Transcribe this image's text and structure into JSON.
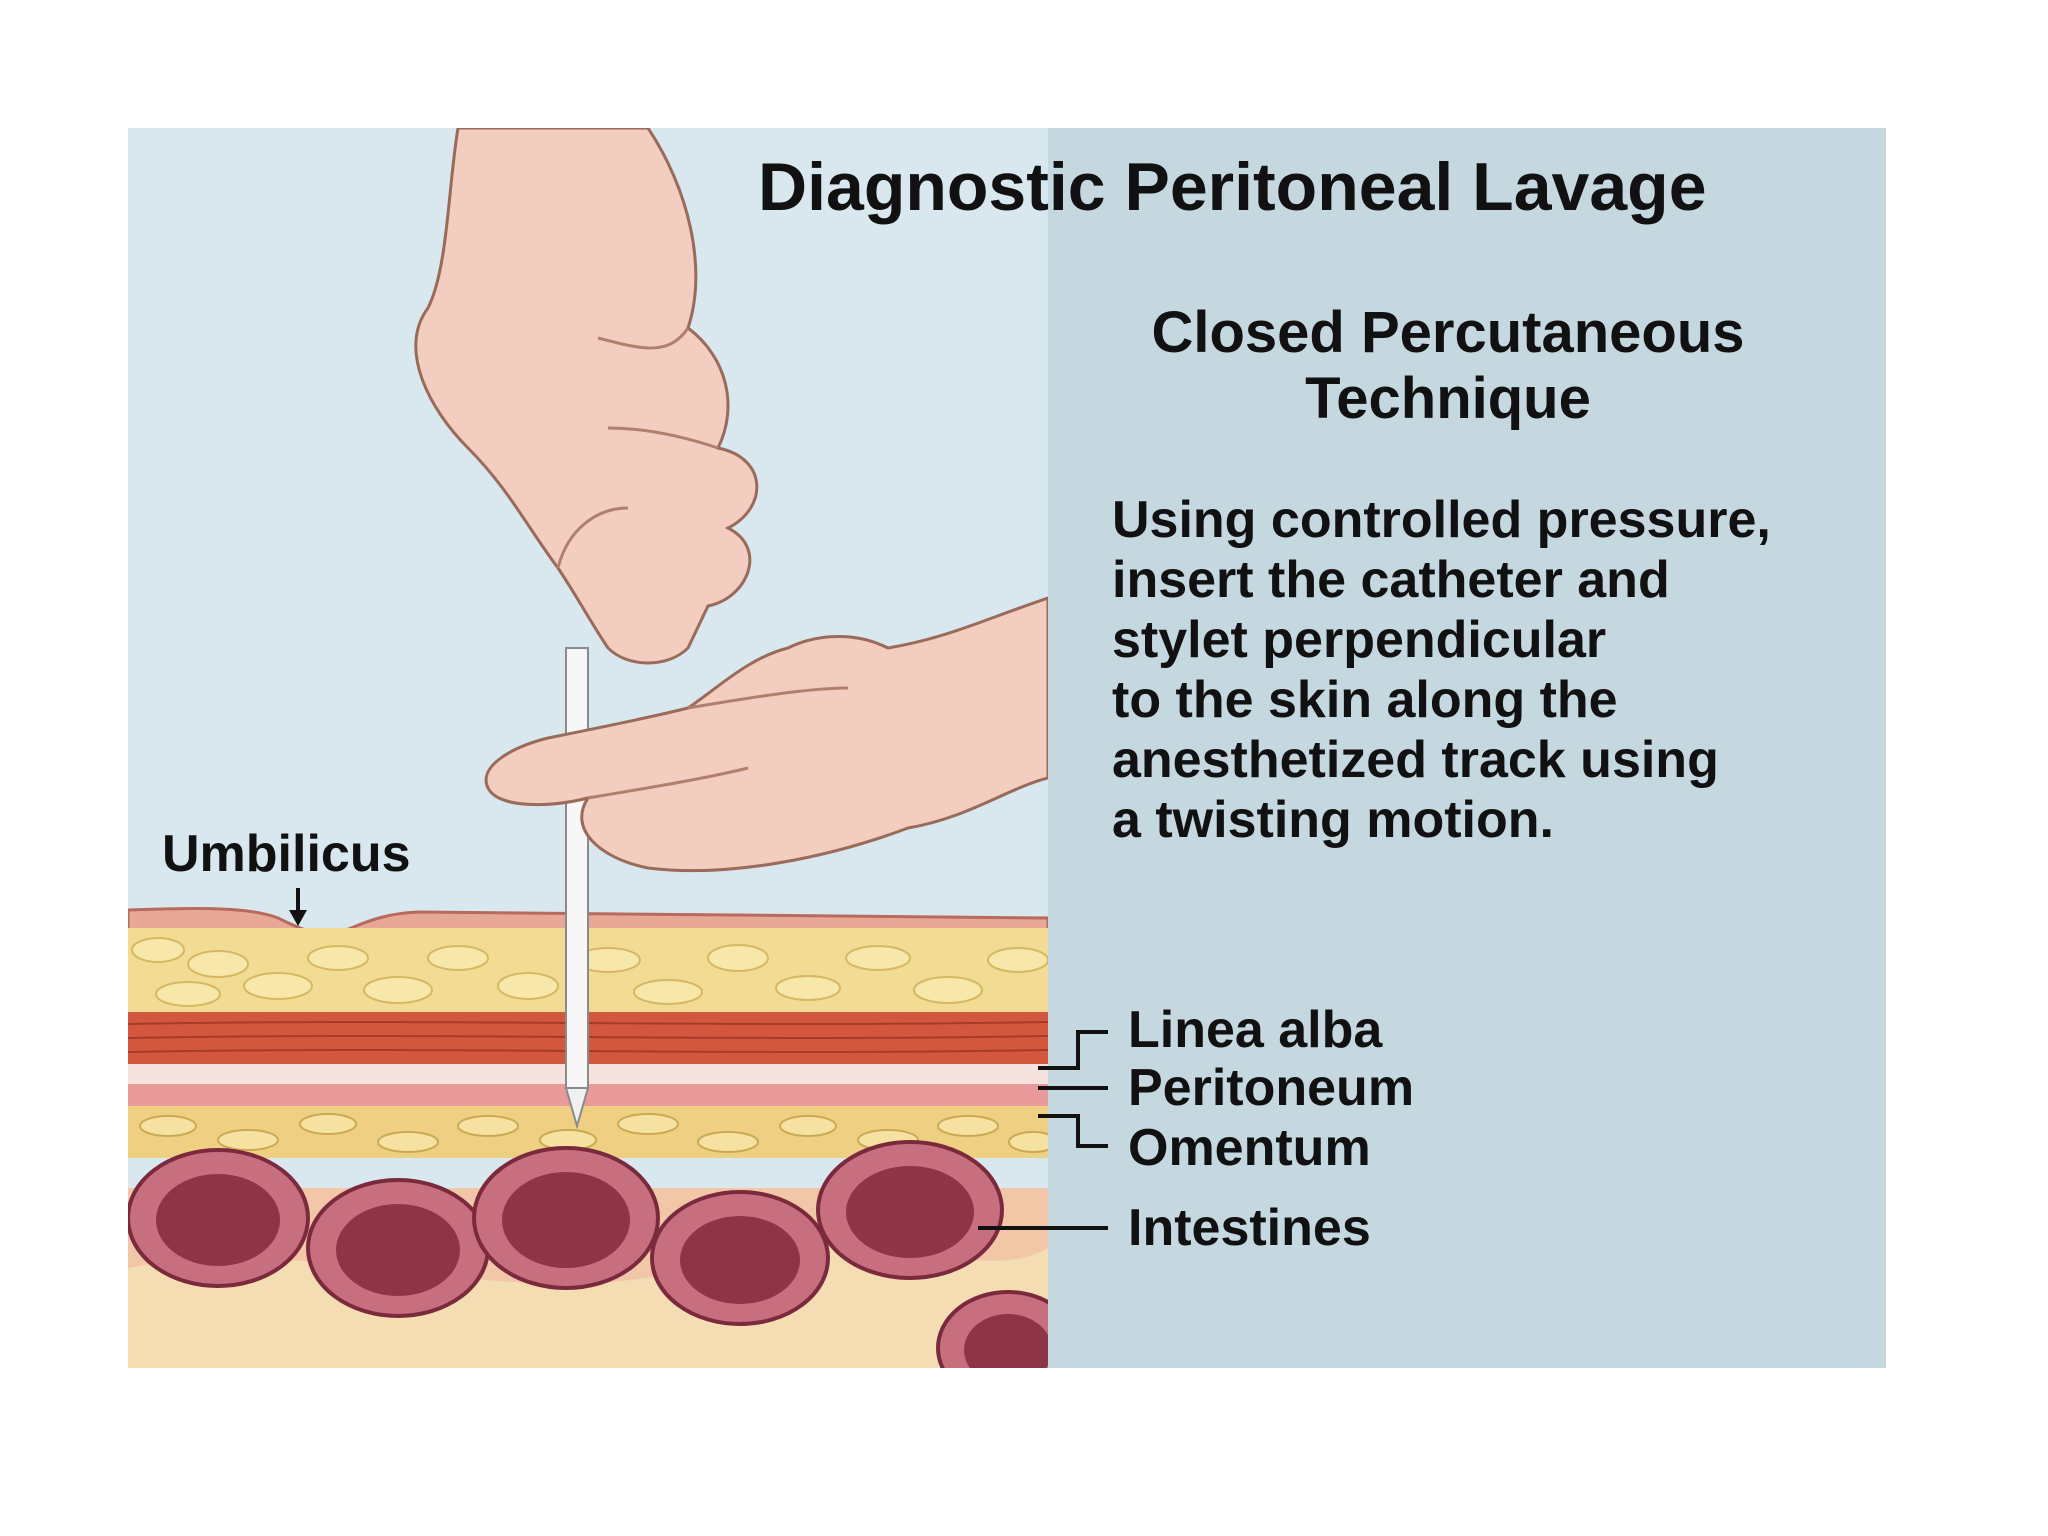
{
  "title": "Diagnostic Peritoneal Lavage",
  "subtitle": {
    "line1": "Closed Percutaneous",
    "line2": "Technique"
  },
  "instructions": [
    "Using controlled pressure,",
    "insert the catheter and",
    "stylet perpendicular",
    "to the skin along the",
    "anesthetized track using",
    "a twisting motion."
  ],
  "labels": {
    "umbilicus": "Umbilicus",
    "linea_alba": "Linea alba",
    "peritoneum": "Peritoneum",
    "omentum": "Omentum",
    "intestines": "Intestines"
  },
  "colors": {
    "left_background": "#d8e8ee",
    "right_background": "#c5d8df",
    "skin": "#f3cdbf",
    "fat": "#f2dc94",
    "muscle": "#d2573e",
    "intestine": "#8e3448"
  }
}
